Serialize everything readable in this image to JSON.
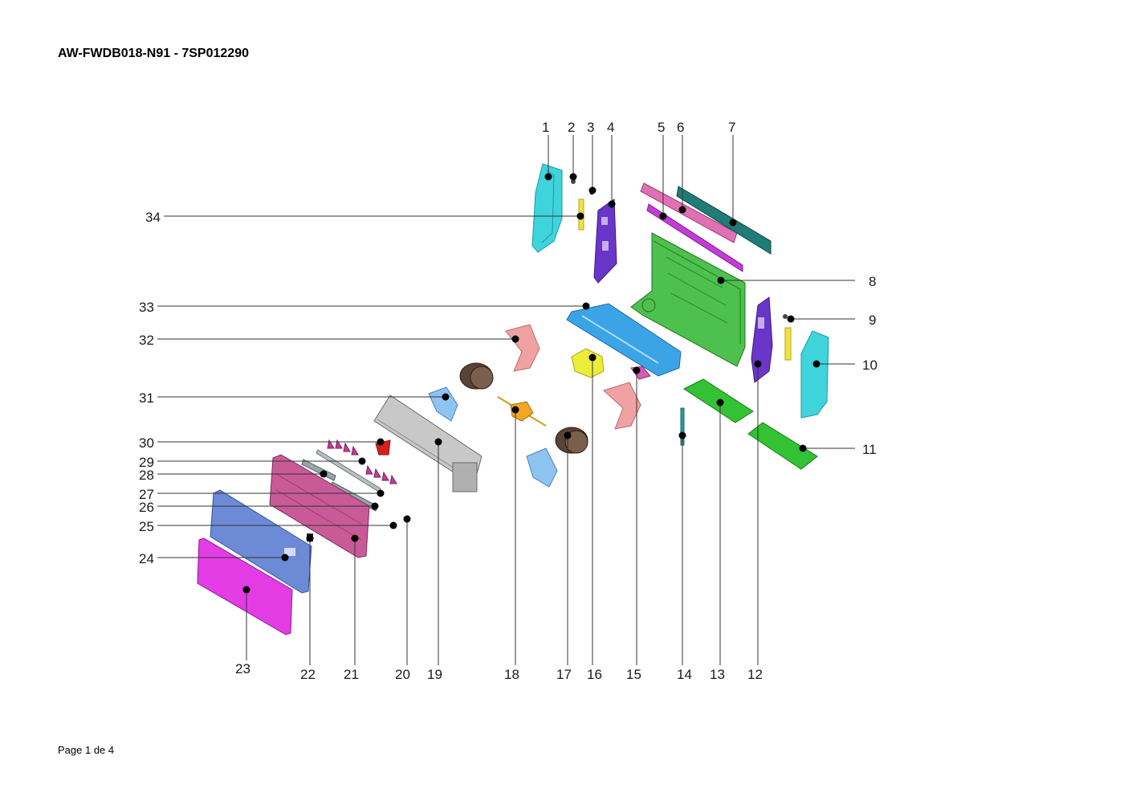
{
  "document": {
    "title": "AW-FWDB018-N91 - 7SP012290",
    "footer": "Page 1 de 4"
  },
  "diagram": {
    "callouts": [
      "1",
      "2",
      "3",
      "4",
      "5",
      "6",
      "7",
      "8",
      "9",
      "10",
      "11",
      "12",
      "13",
      "14",
      "15",
      "16",
      "17",
      "18",
      "19",
      "20",
      "21",
      "22",
      "23",
      "24",
      "25",
      "26",
      "27",
      "28",
      "29",
      "30",
      "31",
      "32",
      "33",
      "34"
    ]
  }
}
